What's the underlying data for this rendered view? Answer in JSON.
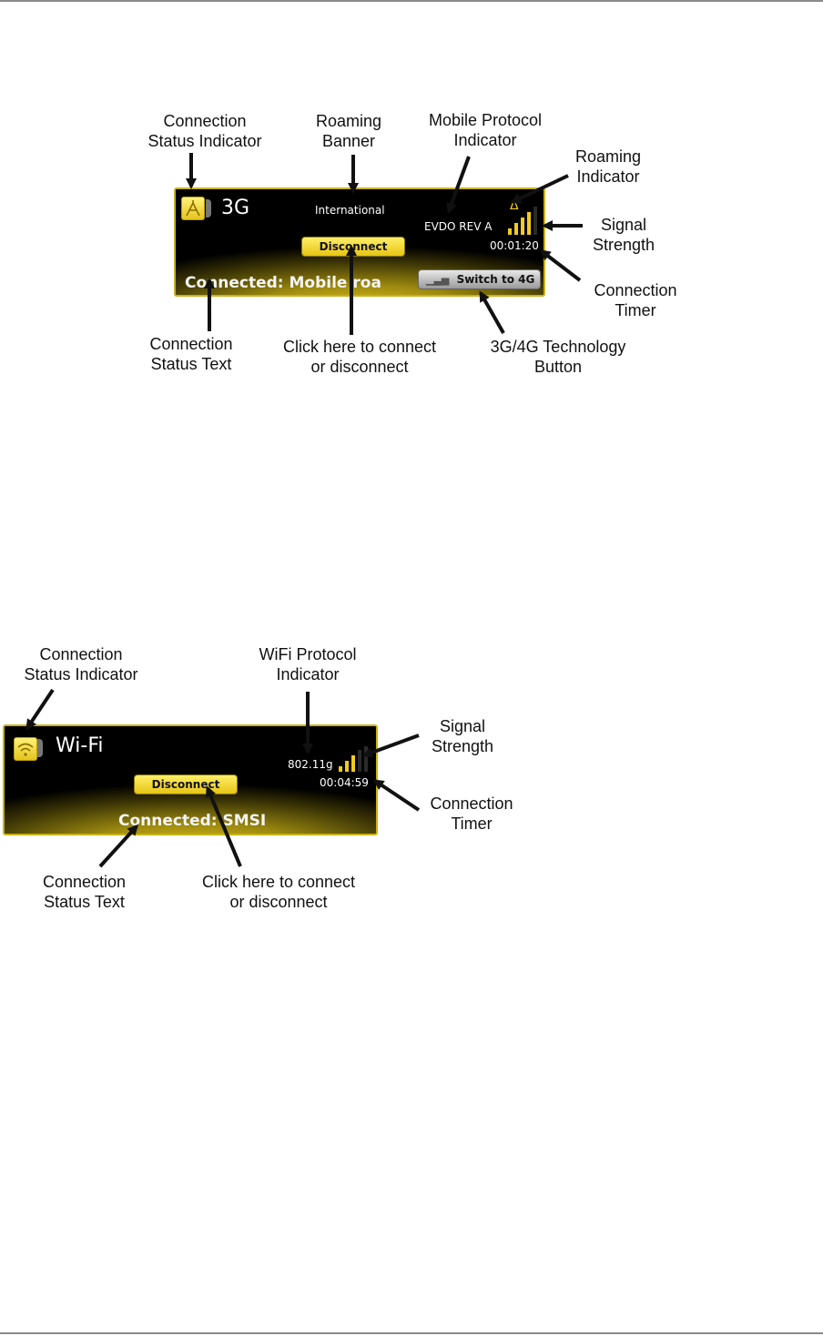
{
  "diagram1": {
    "labels": {
      "conn_status_indicator": "Connection\nStatus Indicator",
      "roaming_banner": "Roaming\nBanner",
      "mobile_protocol": "Mobile Protocol\nIndicator",
      "roaming_indicator": "Roaming\nIndicator",
      "signal_strength": "Signal\nStrength",
      "connection_timer": "Connection\nTimer",
      "conn_status_text": "Connection\nStatus Text",
      "click_here": "Click here to connect\nor disconnect",
      "tech_button": "3G/4G Technology\nButton"
    },
    "widget": {
      "title": "3G",
      "banner": "International",
      "protocol": "EVDO REV A",
      "roaming_symbol": "Δ",
      "timer": "00:01:20",
      "disconnect_label": "Disconnect",
      "status": "Connected: Mobile roa",
      "switch_label": "Switch to 4G",
      "signal_level": 0.8
    }
  },
  "diagram2": {
    "labels": {
      "conn_status_indicator": "Connection\nStatus Indicator",
      "wifi_protocol": "WiFi Protocol\nIndicator",
      "signal_strength": "Signal\nStrength",
      "connection_timer": "Connection\nTimer",
      "conn_status_text": "Connection\nStatus Text",
      "click_here": "Click here to connect\nor disconnect"
    },
    "widget": {
      "title": "Wi-Fi",
      "protocol": "802.11g",
      "timer": "00:04:59",
      "disconnect_label": "Disconnect",
      "status": "Connected: SMSI",
      "signal_level": 0.6
    }
  }
}
